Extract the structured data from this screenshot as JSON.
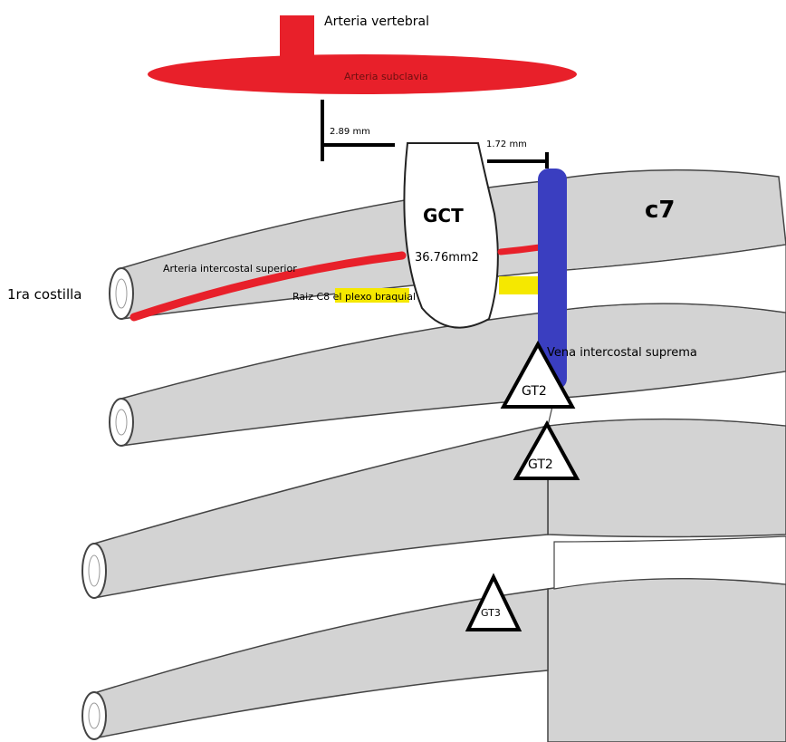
{
  "labels": {
    "arteria_vertebral": "Arteria vertebral",
    "arteria_subclavia": "Arteria subclavia",
    "distance_left": "2.89 mm",
    "distance_right": "1.72 mm",
    "gct": "GCT",
    "gct_area": "36.76mm2",
    "c7": "c7",
    "primera_costilla": "1ra costilla",
    "arteria_intercostal_superior": "Arteria intercostal superior",
    "raiz_c8": "Raiz C8 el plexo braquial",
    "vena_intercostal_suprema": "Vena intercostal suprema",
    "gt2_upper": "GT2",
    "gt2_lower": "GT2",
    "gt3": "GT3"
  },
  "colors": {
    "artery": "#e8202a",
    "vein": "#3a3ec0",
    "nerve": "#f5e800",
    "bone": "#d3d3d3",
    "outline": "#000000"
  }
}
